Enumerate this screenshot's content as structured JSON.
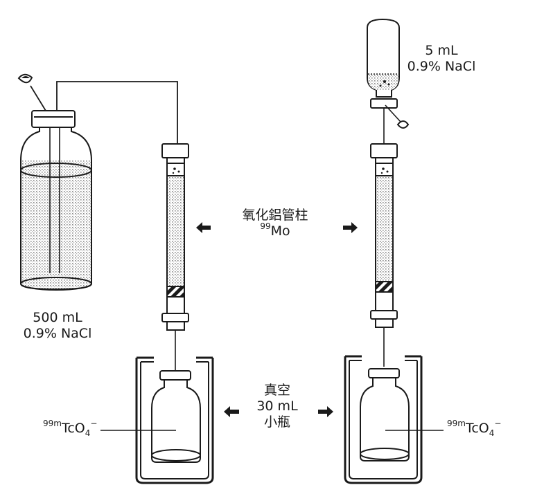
{
  "labels": {
    "large_bottle_volume": "500 mL",
    "large_bottle_solution": "0.9% NaCl",
    "small_bottle_volume": "5 mL",
    "small_bottle_solution": "0.9% NaCl",
    "column_name": "氧化鋁管柱",
    "column_isotope_mass": "99",
    "column_isotope_symbol": "Mo",
    "vacuum": "真空",
    "vial_volume": "30 mL",
    "vial_name": "小瓶",
    "product_mass": "99m",
    "product_formula": "TcO",
    "product_sub": "4",
    "product_charge": "−"
  },
  "arrows": {
    "column_left": "left-arrow",
    "column_right": "right-arrow",
    "vial_left": "left-arrow",
    "vial_right": "right-arrow"
  },
  "colors": {
    "ink": "#1a1a1a",
    "stipple": "#8a8a8a",
    "background": "#ffffff"
  }
}
